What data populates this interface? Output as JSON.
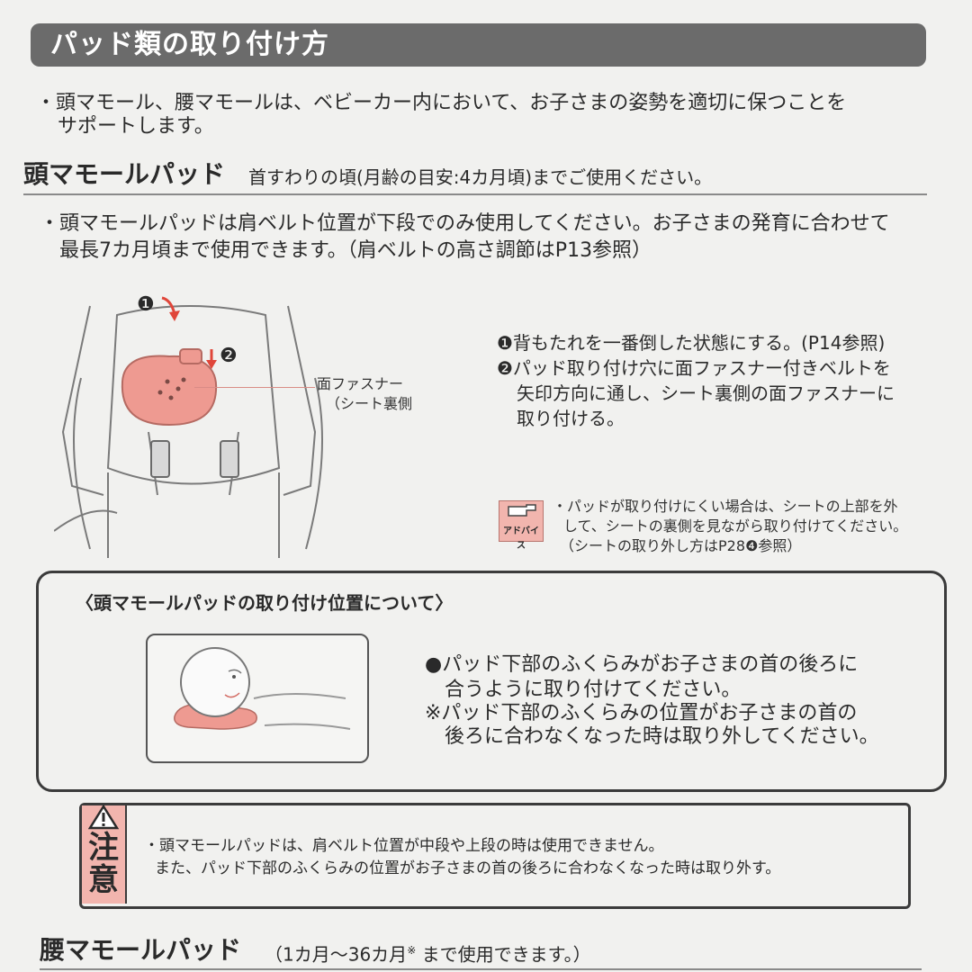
{
  "header": {
    "title": "パッド類の取り付け方"
  },
  "intro": {
    "line1": "・頭マモール、腰マモールは、ベビーカー内において、お子さまの姿勢を適切に保つことを",
    "line2": "サポートします。"
  },
  "head_pad": {
    "title": "頭マモールパッド",
    "subtitle": "首すわりの頃(月齢の目安:4カ月頃)までご使用ください。",
    "note_line1": "・頭マモールパッドは肩ベルト位置が下段でのみ使用してください。お子さまの発育に合わせて",
    "note_line2": "最長7カ月頃まで使用できます。（肩ベルトの高さ調節はP13参照）",
    "callout_line1": "面ファスナー",
    "callout_line2": "（シート裏側",
    "step_marker_1": "❶",
    "step_marker_2": "❷",
    "steps": {
      "s1": "❶背もたれを一番倒した状態にする。(P14参照)",
      "s2a": "❷パッド取り付け穴に面ファスナー付きベルトを",
      "s2b": "矢印方向に通し、シート裏側の面ファスナーに",
      "s2c": "取り付ける。"
    },
    "advice_label": "アドバイス",
    "advice_line1": "・パッドが取り付けにくい場合は、シートの上部を外",
    "advice_line2": "して、シートの裏側を見ながら取り付けてください。",
    "advice_line3": "（シートの取り外し方はP28❹参照）"
  },
  "position_box": {
    "title": "〈頭マモールパッドの取り付け位置について〉",
    "line1": "●パッド下部のふくらみがお子さまの首の後ろに",
    "line2": "合うように取り付けてください。",
    "line3": "※パッド下部のふくらみの位置がお子さまの首の",
    "line4": "後ろに合わなくなった時は取り外してください。"
  },
  "caution": {
    "char1": "注",
    "char2": "意",
    "line1": "・頭マモールパッドは、肩ベルト位置が中段や上段の時は使用できません。",
    "line2": "また、パッド下部のふくらみの位置がお子さまの首の後ろに合わなくなった時は取り外す。"
  },
  "waist_pad": {
    "title": "腰マモールパッド",
    "subtitle_a": "（1カ月～36カ月",
    "subtitle_mark": "※",
    "subtitle_b": " まで使用できます。）"
  },
  "colors": {
    "header_bg": "#6b6b6b",
    "pad_pink": "#ee9a91",
    "arrow_red": "#e0463a",
    "caution_pink": "#f2b5ae"
  }
}
